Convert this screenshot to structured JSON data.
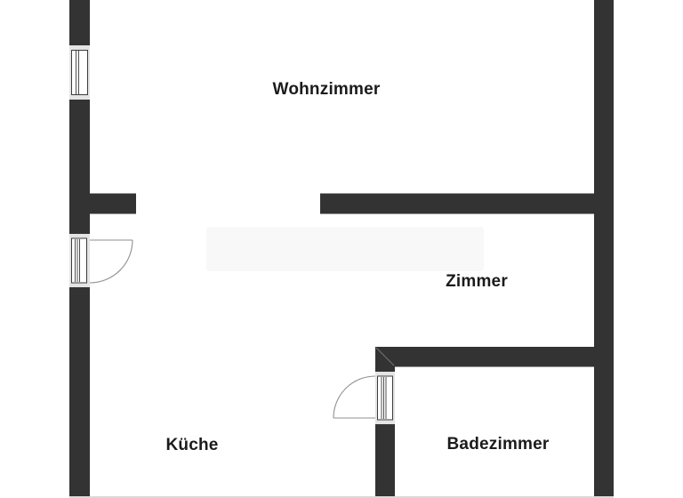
{
  "rooms": {
    "wohnzimmer": "Wohnzimmer",
    "zimmer": "Zimmer",
    "kueche": "Küche",
    "badezimmer": "Badezimmer"
  },
  "colors": {
    "background": "#ffffff",
    "wall": "#333333",
    "opening_band": "#e4e4e4",
    "frame_stroke": "#3c3c3c",
    "swing_arc": "#8f8f8f",
    "mitre_line": "#6e6e6e",
    "label_text": "#1b1b1b",
    "watermark": "#f8f8f8",
    "bottom_edge": "#d9d9d9"
  }
}
